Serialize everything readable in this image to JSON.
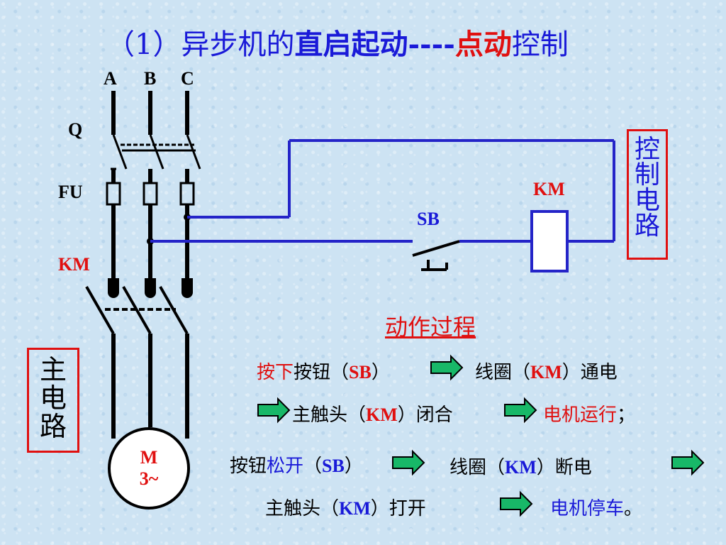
{
  "title": {
    "part1": "（1）异步机的",
    "part2": "直启起动",
    "part3": "----",
    "part4": "点动",
    "part5": "控制"
  },
  "labels": {
    "a": "A",
    "b": "B",
    "c": "C",
    "q": "Q",
    "fu": "FU",
    "km_main": "KM",
    "km_coil": "KM",
    "sb": "SB"
  },
  "control_box": "控制电路",
  "main_box": "主电路",
  "motor": {
    "line1": "M",
    "line2": "3~"
  },
  "process": {
    "heading": "动作过程",
    "line1": {
      "a": "按下",
      "b": "按钮（",
      "c": "SB",
      "d": "）",
      "e": "线圈（",
      "f": "KM",
      "g": "）通电"
    },
    "line2": {
      "a": "主触头（",
      "b": "KM",
      "c": "）闭合",
      "d": "电机运行",
      "e": "；"
    },
    "line3": {
      "a": "按钮",
      "b": "松开",
      "c": "（",
      "d": "SB",
      "e": "）",
      "f": "线圈（",
      "g": "KM",
      "h": "）断电"
    },
    "line4": {
      "a": "主触头（",
      "b": "KM",
      "c": "）打开",
      "d": "电机停车",
      "e": "。"
    }
  },
  "colors": {
    "arrow_fill": "#18b868",
    "accent_red": "#e01010",
    "accent_blue": "#1a1ad8",
    "wire_blue": "#2424c8"
  }
}
